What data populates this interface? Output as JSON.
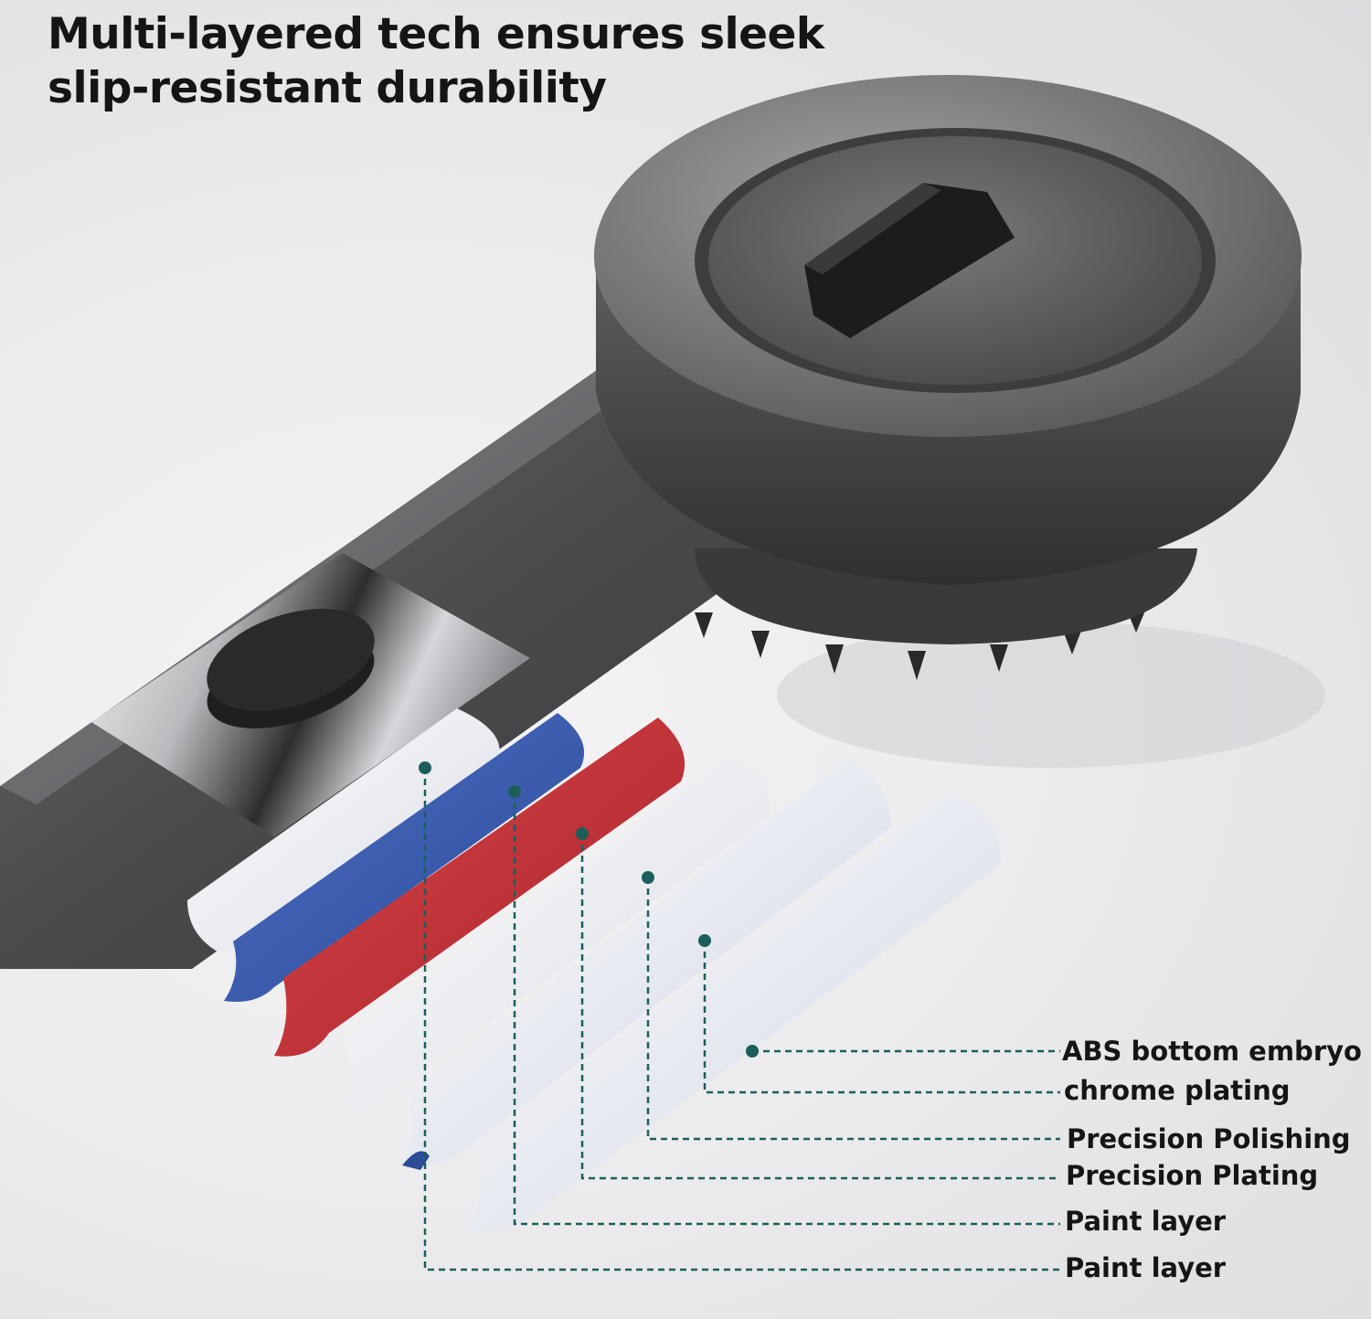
{
  "title": {
    "line1": "Multi-layered tech ensures sleek",
    "line2": "slip-resistant durability"
  },
  "layers": [
    {
      "label": "ABS bottom embryo",
      "color": "#e6e9f2"
    },
    {
      "label": "chrome plating",
      "color": "#eef0f5"
    },
    {
      "label": "Precision Polishing",
      "color": "#e4e7ee"
    },
    {
      "label": "Precision Plating",
      "color": "#c8343a"
    },
    {
      "label": "Paint layer",
      "color": "#3d5fb0"
    },
    {
      "label": "Paint layer",
      "color": "#f2f2f2"
    }
  ],
  "colors": {
    "leader": "#1d5e5a",
    "shower_body": "#4a4a4c",
    "chrome_band": "#cfd0d4"
  },
  "icons": {
    "product": "shower-head",
    "button": "pause-button"
  }
}
